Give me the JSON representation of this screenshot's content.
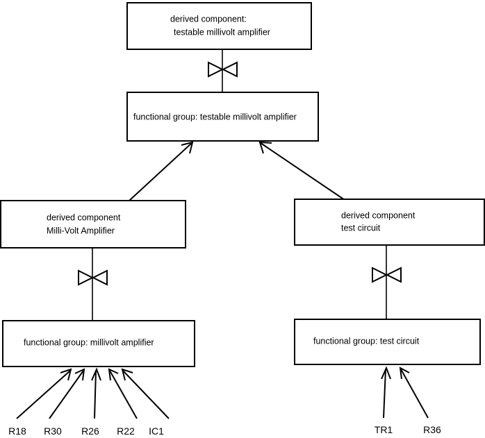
{
  "diagram": {
    "title": "derived component decomposition diagram",
    "background_color": "#ffffff",
    "line_color": "#000000",
    "nodes": {
      "top_derived_component": {
        "line1": "derived component:",
        "line2": "testable millivolt amplifier"
      },
      "top_functional_group": {
        "line1": "functional group: testable millivolt amplifier"
      },
      "left_derived_component": {
        "line1": "derived component",
        "line2": "Milli-Volt Amplifier"
      },
      "right_derived_component": {
        "line1": "derived component",
        "line2": "test circuit"
      },
      "left_functional_group": {
        "line1": "functional group: millivolt amplifier"
      },
      "right_functional_group": {
        "line1": "functional group: test circuit"
      }
    },
    "left_leaf_labels": [
      {
        "label": "R18"
      },
      {
        "label": "R30"
      },
      {
        "label": "R26"
      },
      {
        "label": "R22"
      },
      {
        "label": "IC1"
      }
    ],
    "right_leaf_labels": [
      {
        "label": "TR1"
      },
      {
        "label": "R36"
      }
    ],
    "connector_symbol": "bowtie-icon",
    "relation_symbol": "open-arrowhead-icon"
  }
}
